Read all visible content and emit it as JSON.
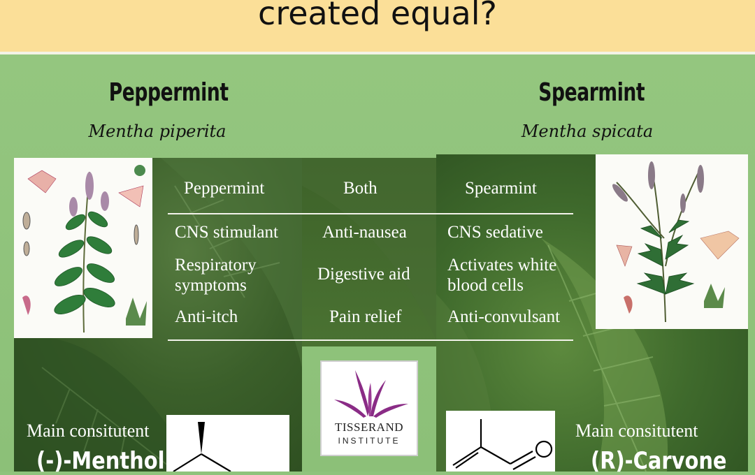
{
  "banner": {
    "title": "created equal?"
  },
  "peppermint": {
    "name": "Peppermint",
    "latin": "Mentha piperita"
  },
  "spearmint": {
    "name": "Spearmint",
    "latin": "Mentha spicata"
  },
  "table": {
    "headers": [
      "Peppermint",
      "Both",
      "Spearmint"
    ],
    "peppermint_rows": [
      "CNS stimulant",
      "Respiratory symptoms",
      "Anti-itch"
    ],
    "both_rows": [
      "Anti-nausea",
      "Digestive aid",
      "Pain relief"
    ],
    "spearmint_rows": [
      "CNS sedative",
      "Activates white blood cells",
      "Anti-convulsant"
    ]
  },
  "logo": {
    "line1": "TISSERAND",
    "line2": "INSTITUTE"
  },
  "left_constituent": {
    "label": "Main consitutent",
    "compound": "(-)-Menthol"
  },
  "right_constituent": {
    "label": "Main consitutent",
    "compound": "(R)-Carvone"
  }
}
